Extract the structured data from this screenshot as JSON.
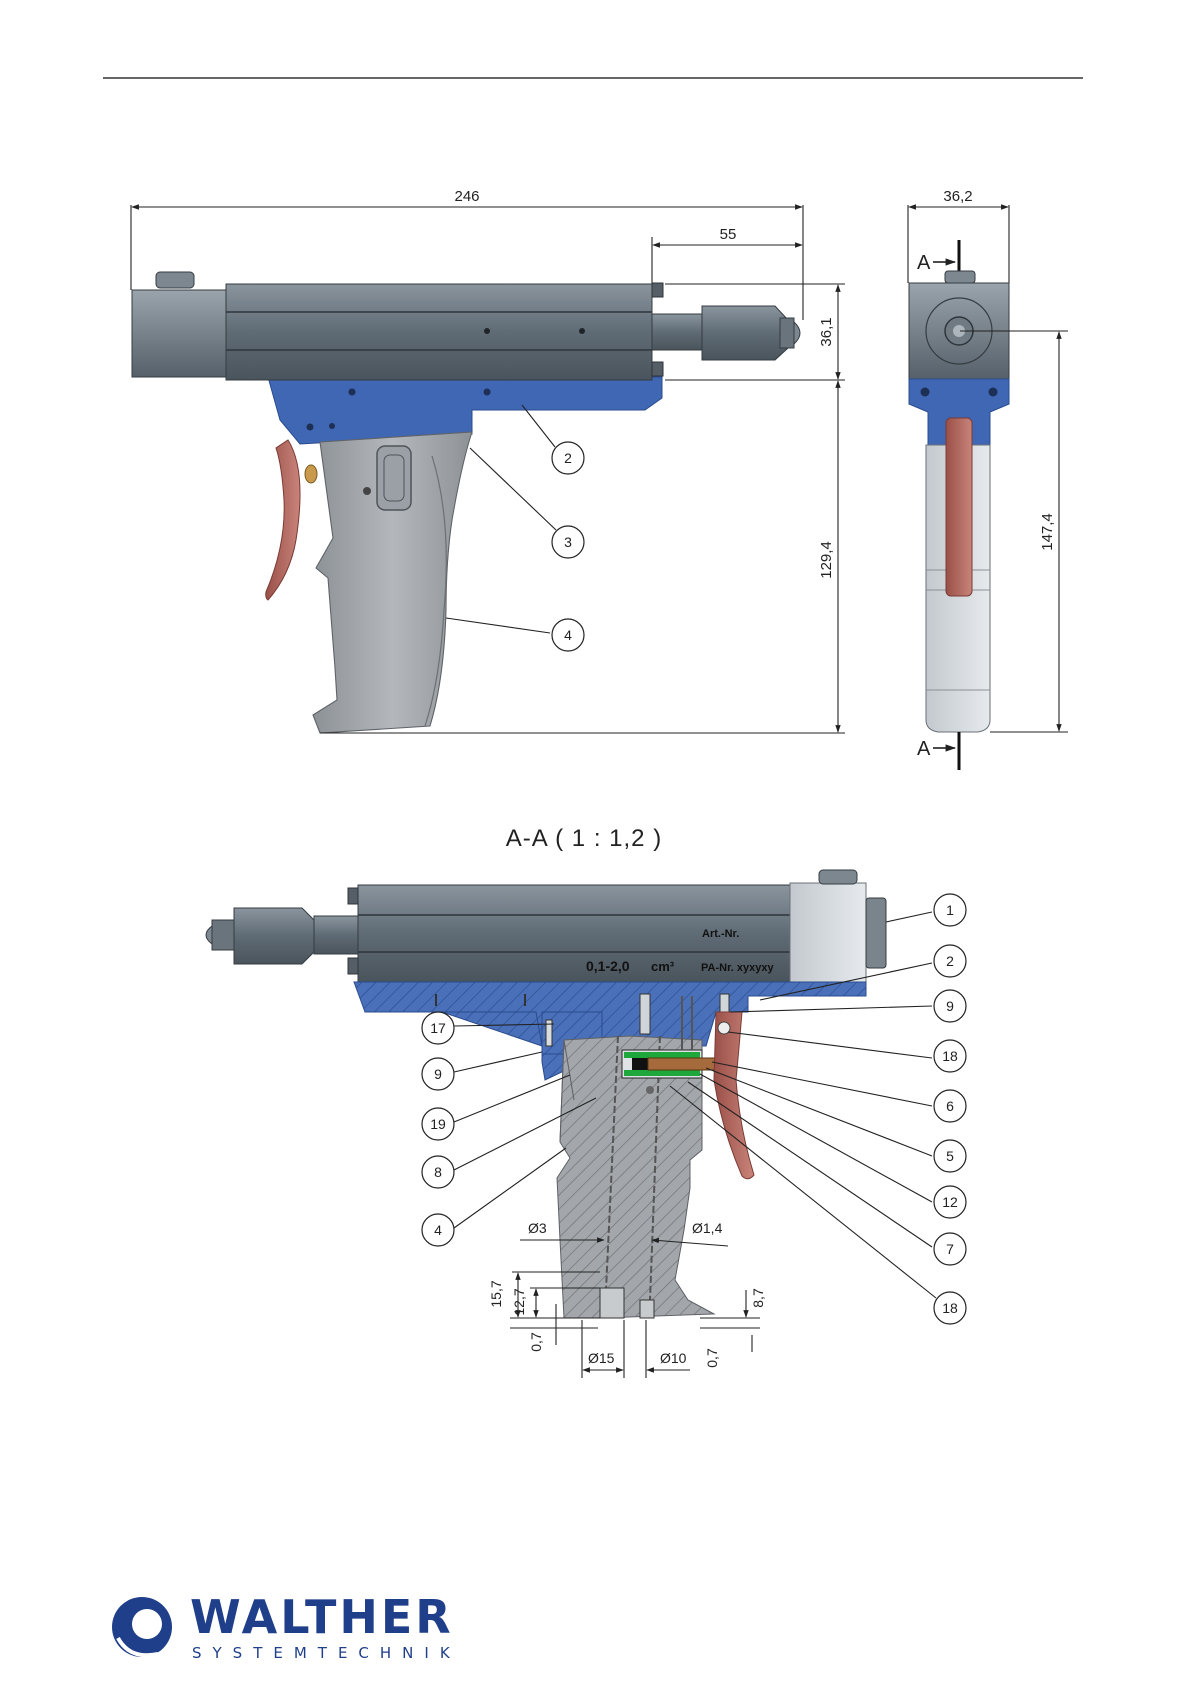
{
  "side_view": {
    "dimensions": {
      "overall_length": "246",
      "front_length": "55",
      "body_height": "36,1",
      "grip_height": "129,4"
    },
    "balloons": [
      "2",
      "3",
      "4"
    ]
  },
  "front_view": {
    "dimensions": {
      "width": "36,2",
      "total_height": "147,4"
    },
    "section_marker_top": "A",
    "section_marker_bottom": "A"
  },
  "section_view": {
    "title": "A-A ( 1 : 1,2 )",
    "labels": {
      "art_nr": "Art.-Nr.",
      "volume": "0,1-2,0",
      "volume_unit": "cm³",
      "pa_nr": "PA-Nr. xyxyxy"
    },
    "balloons_left": [
      "17",
      "9",
      "19",
      "8",
      "4"
    ],
    "balloons_right": [
      "1",
      "2",
      "9",
      "18",
      "6",
      "5",
      "12",
      "7",
      "18"
    ],
    "dimensions": {
      "bore_left": "Ø3",
      "bore_right": "Ø1,4",
      "depth_outer": "15,7",
      "depth_inner": "12,7",
      "offset_left": "0,7",
      "thread_left": "Ø15",
      "thread_right": "Ø10",
      "offset_right": "0,7",
      "depth_right": "8,7"
    }
  },
  "logo": {
    "name": "WALTHER",
    "subtitle": "SYSTEMTECHNIK"
  },
  "colors": {
    "body": "#5f6b75",
    "base_blue": "#3f67b4",
    "trigger": "#b66c63",
    "grip": "#9a9ea3",
    "logo_blue": "#1f3f8a"
  }
}
